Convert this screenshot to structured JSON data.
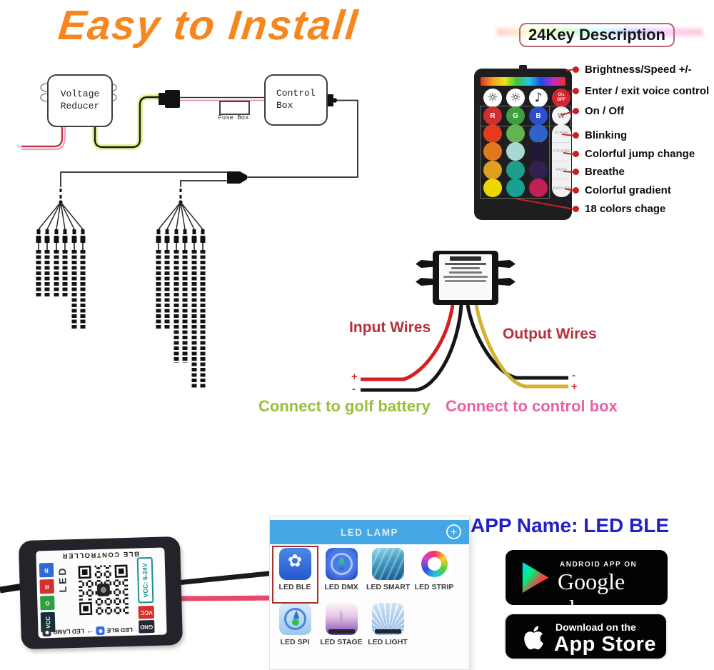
{
  "heading": {
    "easy_install": "Easy to Install",
    "app_name": "APP Name: LED BLE"
  },
  "diagram": {
    "voltage_reducer": [
      "Voltage",
      "Reducer"
    ],
    "control_box": [
      "Control",
      "Box"
    ],
    "fuse_box": "Fuse Box"
  },
  "remote": {
    "title": "24Key Description",
    "top_row": [
      {
        "icon": "brightness-up-icon",
        "glyph": "☼",
        "bg": "#ffffff"
      },
      {
        "icon": "brightness-down-icon",
        "glyph": "☼",
        "bg": "#ffffff"
      },
      {
        "icon": "music-note-icon",
        "glyph": "♪",
        "bg": "#ffffff"
      },
      {
        "icon": "power-button",
        "lines": [
          "ON",
          "OFF"
        ],
        "bg": "#d62530"
      }
    ],
    "rgbw": [
      {
        "label": "R",
        "color": "#cf2f2f",
        "text": "#ffffff"
      },
      {
        "label": "G",
        "color": "#3f9e3f",
        "text": "#ffffff"
      },
      {
        "label": "B",
        "color": "#2c50cc",
        "text": "#ffffff"
      },
      {
        "label": "W",
        "color": "#f5f5f5",
        "text": "#8a8a8a"
      }
    ],
    "color_rows": [
      [
        "#e23b1e",
        "#63b34f",
        "#2f63c8"
      ],
      [
        "#e07820",
        "#a8d8d4",
        "#241836"
      ],
      [
        "#df9f20",
        "#1f9e8c",
        "#332052"
      ],
      [
        "#ecd800",
        "#18a090",
        "#c21f56"
      ]
    ],
    "modes": [
      "FLASH",
      "STROBE",
      "FADE",
      "SMOOTH"
    ],
    "callouts": [
      "Brightness/Speed +/-",
      "Enter / exit voice control",
      "On / Off",
      "Blinking",
      "Colorful jump change",
      "Breathe",
      "Colorful gradient",
      "18 colors chage"
    ]
  },
  "converter": {
    "input_label": "Input Wires",
    "output_label": "Output Wires",
    "battery_label": "Connect to golf battery",
    "control_label": "Connect to control box",
    "plus": "+",
    "minus": "-"
  },
  "controller": {
    "title": "BLE CONTROLLER",
    "led_label": "LED",
    "pins_left": [
      {
        "label": "B",
        "color": "#2b6bd4"
      },
      {
        "label": "R",
        "color": "#d43030"
      },
      {
        "label": "G",
        "color": "#2f9e3f"
      },
      {
        "label": "VCC",
        "color": "#15323a"
      }
    ],
    "voltage_label": "VCC: 5-24V",
    "pins_right": [
      {
        "label": "VCC",
        "color": "#d43030"
      },
      {
        "label": "GND",
        "color": "#252a34"
      }
    ],
    "footer": {
      "lamp": "LED LAMP",
      "arrow": "←",
      "ble": "LED BLE"
    }
  },
  "phone": {
    "header": "LED LAMP",
    "plus": "+",
    "apps": [
      {
        "name": "LED BLE",
        "icon": "ble",
        "highlight": true
      },
      {
        "name": "LED DMX",
        "icon": "dmx"
      },
      {
        "name": "LED SMART",
        "icon": "smart"
      },
      {
        "name": "LED STRIP",
        "icon": "strip"
      },
      {
        "name": "LED SPI",
        "icon": "spi"
      },
      {
        "name": "LED STAGE",
        "icon": "stage"
      },
      {
        "name": "LED LIGHT",
        "icon": "light"
      }
    ]
  },
  "badges": {
    "google": {
      "tagline": "ANDROID APP ON",
      "store": "Google play"
    },
    "apple": {
      "tagline": "Download on the",
      "store": "App Store"
    }
  },
  "colors": {
    "orange": "#f6871f",
    "calloutred": "#c42222",
    "darkred": "#b5323c",
    "green": "#97c138",
    "pink": "#ec5fa5",
    "appblue": "#2320c5",
    "headerblue": "#45a7e5"
  }
}
